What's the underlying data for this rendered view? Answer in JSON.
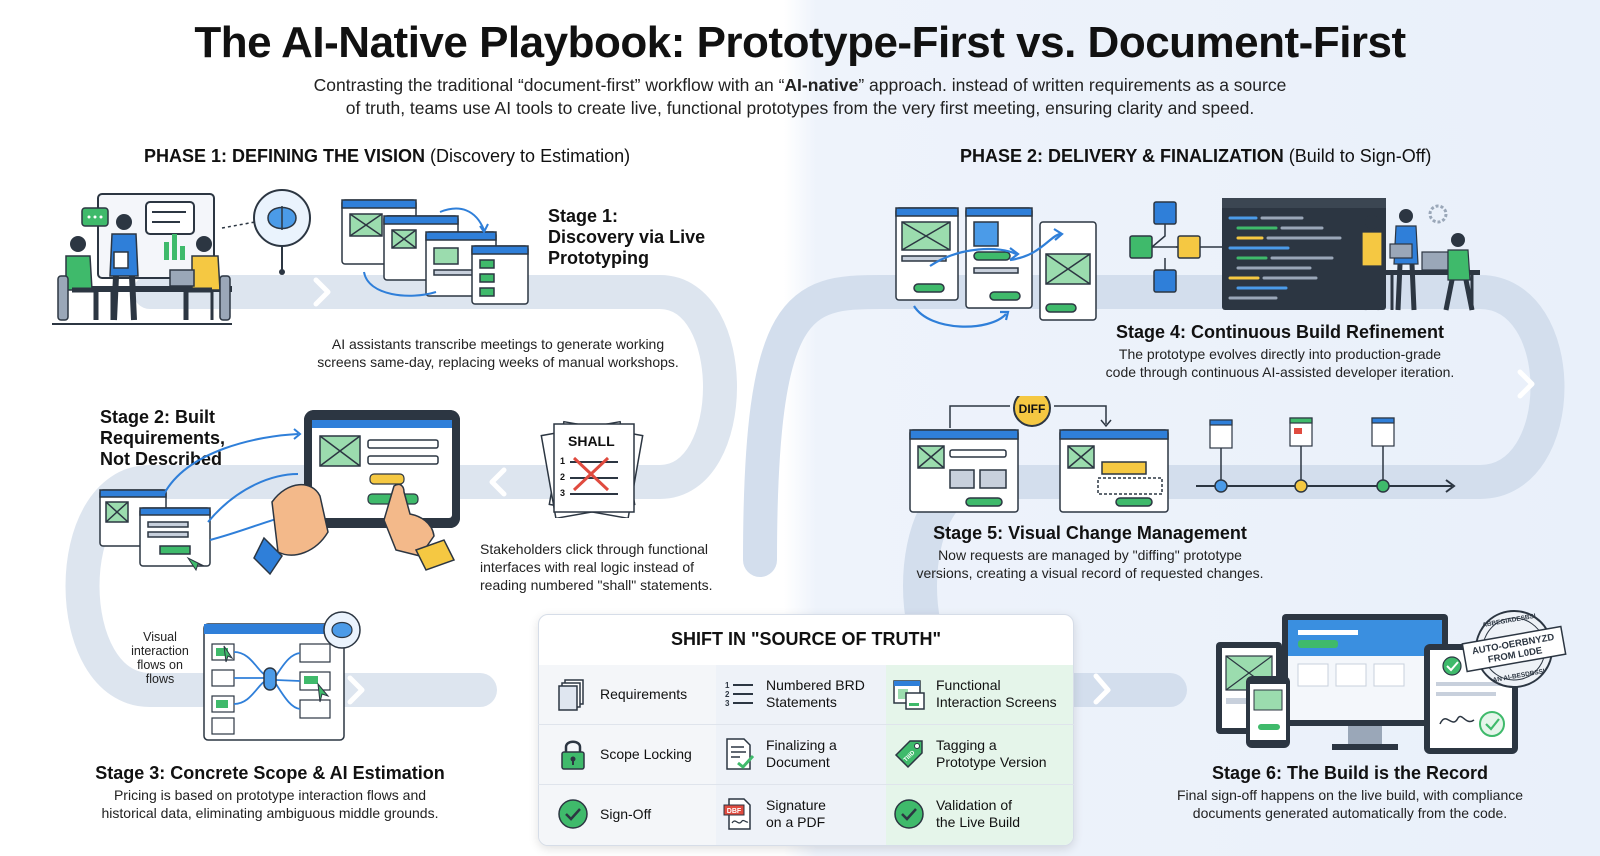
{
  "title": "The AI-Native Playbook: Prototype-First vs. Document-First",
  "subtitle": {
    "line1_a": "Contrasting the traditional “document-first” workflow with an “",
    "line1_bold": "AI-native",
    "line1_b": "” approach. instead of written requirements as a source",
    "line2": "of truth, teams use AI tools to create live, functional prototypes from the very first meeting, ensuring clarity and speed."
  },
  "phase1": {
    "bold": "PHASE 1: DEFINING THE VISION",
    "rest": " (Discovery to Estimation)"
  },
  "phase2": {
    "bold": "PHASE 2: DELIVERY & FINALIZATION",
    "rest": " (Build to Sign-Off)"
  },
  "stages": {
    "s1": {
      "title": "Stage 1: Discovery via Live Prototyping",
      "title_l1": "Stage 1:",
      "title_l2": "Discovery via Live",
      "title_l3": "Prototyping",
      "desc_l1": "AI assistants transcribe meetings to generate working",
      "desc_l2": "screens same-day, replacing weeks of manual workshops."
    },
    "s2": {
      "title_l1": "Stage 2: Built",
      "title_l2": "Requirements,",
      "title_l3": "Not Described",
      "desc_l1": "Stakeholders click through functional",
      "desc_l2": "interfaces with real logic instead of",
      "desc_l3": "reading numbered \"shall\" statements."
    },
    "s3": {
      "title": "Stage 3: Concrete Scope & AI Estimation",
      "desc_l1": "Pricing is based on prototype interaction flows and",
      "desc_l2": "historical data, eliminating ambiguous middle grounds."
    },
    "s4": {
      "title": "Stage 4: Continuous Build Refinement",
      "desc_l1": "The prototype evolves directly into production-grade",
      "desc_l2": "code through continuous AI-assisted developer iteration."
    },
    "s5": {
      "title": "Stage 5: Visual Change Management",
      "desc_l1": "Now requests are managed by \"diffing\" prototype",
      "desc_l2": "versions, creating a visual record of requested changes."
    },
    "s6": {
      "title": "Stage 6: The Build is the Record",
      "desc_l1": "Final sign-off happens on the live build, with compliance",
      "desc_l2": "documents generated automatically from the code."
    }
  },
  "labels": {
    "shall": "SHALL",
    "shall_nums": [
      "1",
      "2",
      "3"
    ],
    "visual_flows_l1": "Visual",
    "visual_flows_l2": "interaction",
    "visual_flows_l3": "flows on",
    "visual_flows_l4": "flows",
    "diff": "DIFF",
    "stamp_l1": "AUTO-OERBNYZD",
    "stamp_l2": "FROM L0DE",
    "stamp_ring_top": "ABBEGIADESBSI",
    "stamp_ring_bottom": "AN AI-BESDBSSI",
    "pdf": "DBF",
    "tag": "TIIID"
  },
  "source_of_truth": {
    "title": "SHIFT IN \"SOURCE OF TRUTH\"",
    "rows": [
      {
        "aspect": "Requirements",
        "traditional_l1": "Numbered BRD",
        "traditional_l2": "Statements",
        "ai_l1": "Functional",
        "ai_l2": "Interaction Screens",
        "aspect_icon": "documents-stack-icon",
        "traditional_icon": "numbered-list-icon",
        "ai_icon": "interaction-screens-icon"
      },
      {
        "aspect": "Scope Locking",
        "traditional_l1": "Finalizing a",
        "traditional_l2": "Document",
        "ai_l1": "Tagging a",
        "ai_l2": "Prototype Version",
        "aspect_icon": "padlock-icon",
        "traditional_icon": "document-check-icon",
        "ai_icon": "version-tag-icon"
      },
      {
        "aspect": "Sign-Off",
        "traditional_l1": "Signature",
        "traditional_l2": "on a PDF",
        "ai_l1": "Validation of",
        "ai_l2": "the Live Build",
        "aspect_icon": "check-circle-icon",
        "traditional_icon": "pdf-file-icon",
        "ai_icon": "check-circle-icon"
      }
    ]
  },
  "colors": {
    "green": "#3fba6b",
    "blue": "#2f7fd9",
    "yellow": "#f5c842",
    "path": "#d9e2ee",
    "dark": "#2c3642",
    "red": "#e04b3f"
  }
}
